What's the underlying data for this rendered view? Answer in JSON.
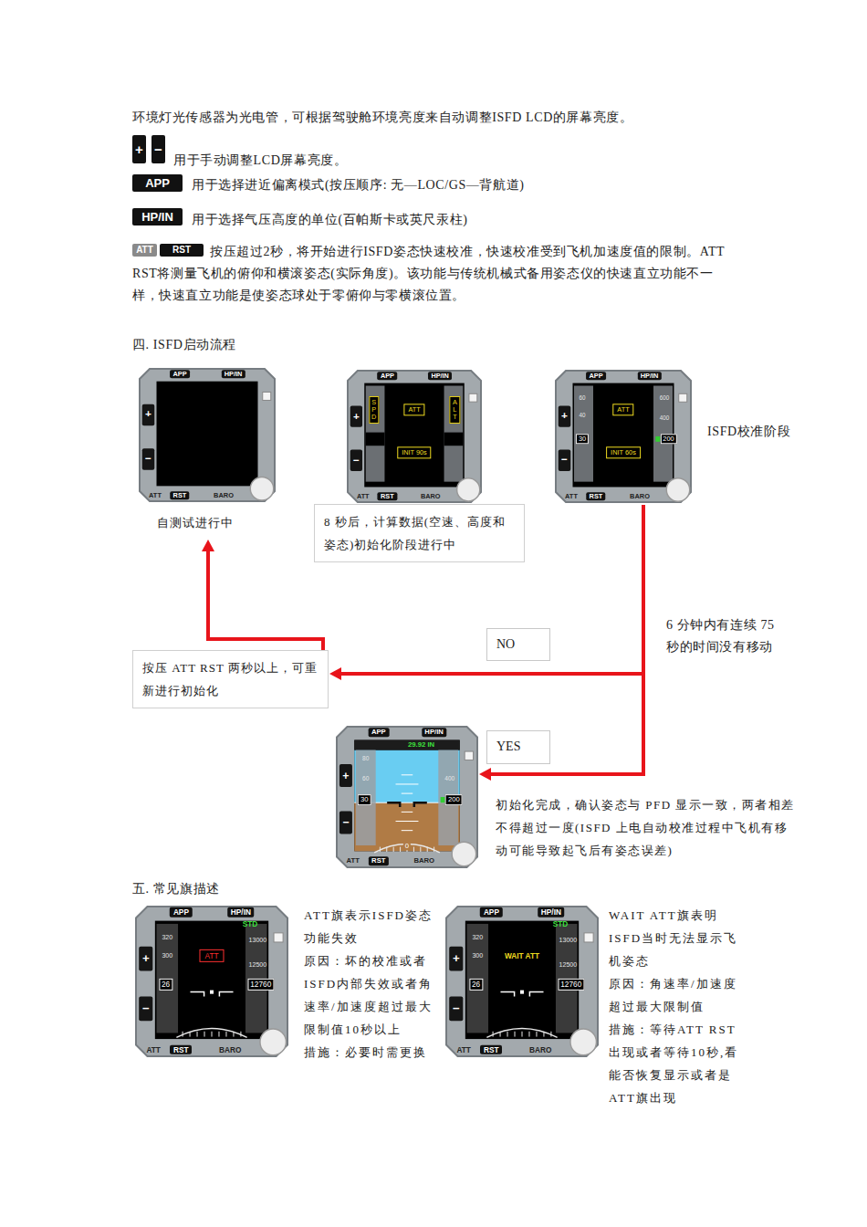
{
  "diagram": {
    "nodes": [
      {
        "text": [
          "APP",
          "HP/IN",
          "+",
          "−",
          "ATT",
          "RST",
          "BARO"
        ]
      },
      {
        "text": [
          "自测试进行中"
        ]
      },
      {
        "text": [
          "APP",
          "HP/IN",
          "+",
          "−",
          "SPD",
          "ATT",
          "ALT",
          "INIT 90s",
          "ATT",
          "RST",
          "BARO"
        ]
      },
      {
        "text": [
          "8 秒后，计算数据(空速、高度和姿态)初始化阶段进行中"
        ]
      },
      {
        "text": [
          "APP",
          "HP/IN",
          "+",
          "−",
          "60",
          "40",
          "30",
          "ATT",
          "600",
          "400",
          "200",
          "INIT 60s",
          "ATT",
          "RST",
          "BARO"
        ]
      },
      {
        "text": [
          "按压 ATT RST 两秒以上，可重新进行初始化"
        ]
      },
      {
        "text": [
          "APP",
          "HP/IN",
          "+",
          "−",
          "29.92 IN",
          "80",
          "60",
          "30",
          "400",
          "200",
          "0",
          "ATT",
          "RST",
          "BARO"
        ]
      },
      {
        "text": [
          "初始化完成，确认姿态与 PFD 显示一致，两者相差不得超过一度(ISFD 上电自动校准过程中飞机有移动可能导致起飞后有姿态误差)"
        ]
      },
      {
        "text": [
          "APP",
          "HP/IN",
          "+",
          "−",
          "STD",
          "320",
          "300",
          "ATT",
          "13000",
          "12500",
          "26",
          "12760",
          "ATT",
          "RST",
          "BARO"
        ]
      },
      {
        "text": [
          "ATT旗表示ISFD姿态功能失效",
          "原因：坏的校准或者ISFD内部失效或者角速率/加速度超过最大限制值10秒以上",
          "措施：必要时需更换"
        ]
      },
      {
        "text": [
          "APP",
          "HP/IN",
          "+",
          "−",
          "STD",
          "320",
          "300",
          "WAIT ATT",
          "13000",
          "12500",
          "26",
          "12760",
          "ATT",
          "RST",
          "BARO"
        ]
      },
      {
        "text": [
          "WAIT ATT旗表明ISFD当时无法显示飞机姿态",
          "原因：角速率/加速度超过最大限制值",
          "措施：等待ATT RST出现或者等待10秒,看能否恢复显示或者是ATT旗出现"
        ]
      }
    ],
    "edges": [
      {
        "from": 5,
        "to": 1,
        "arrow": "to"
      },
      {
        "from": 4,
        "to": 5,
        "label": "NO",
        "arrow": "to"
      },
      {
        "from": 4,
        "to": 6,
        "label": "YES",
        "arrow": "to"
      }
    ],
    "labels": [
      "环境灯光传感器为光电管，可根据驾驶舱环境亮度来自动调整ISFD LCD的屏幕亮度。",
      "+",
      "−",
      "用于手动调整LCD屏幕亮度。",
      "APP",
      "用于选择进近偏离模式(按压顺序: 无—LOC/GS—背航道)",
      "HP/IN",
      "用于选择气压高度的单位(百帕斯卡或英尺汞柱)",
      "ATT",
      "RST",
      "按压超过2秒，将开始进行ISFD姿态快速校准，快速校准受到飞机加速度值的限制。ATT RST将测量飞机的俯仰和横滚姿态(实际角度)。该功能与传统机械式备用姿态仪的快速直立功能不一样，快速直立功能是使姿态球处于零俯仰与零横滚位置。",
      "四. ISFD启动流程",
      "ISFD校准阶段",
      "6 分钟内有连续 75 秒的时间没有移动",
      "五. 常见旗描述"
    ]
  }
}
